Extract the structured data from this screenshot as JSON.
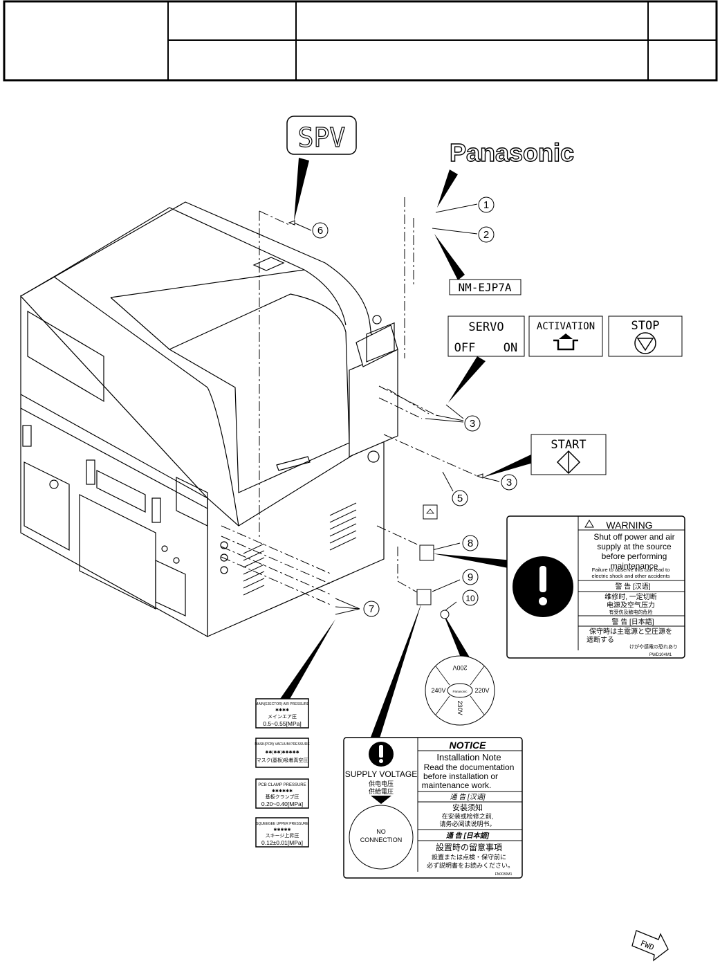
{
  "title_block": {
    "cells": [
      "",
      "",
      "",
      "",
      "",
      "",
      ""
    ]
  },
  "labels": {
    "spv": "SPV",
    "brand": "Panasonic",
    "model": "NM-EJP7A",
    "servo": {
      "title": "SERVO",
      "off": "OFF",
      "on": "ON"
    },
    "activation": "ACTIVATION",
    "stop": "STOP",
    "start": "START"
  },
  "callouts": [
    "1",
    "2",
    "3",
    "3",
    "5",
    "6",
    "7",
    "8",
    "9",
    "10"
  ],
  "warning_label": {
    "title": "WARNING",
    "lines": [
      "Shut off power and air",
      "supply at the source",
      "before performing",
      "maintenance"
    ],
    "small": [
      "Failure to observe this can lead to",
      "electric shock and other accidents"
    ],
    "cn_head": "警 告 [汉语]",
    "cn_lines": [
      "维修时, 一定切断",
      "电源及空气压力"
    ],
    "cn_small": "有受伤及触电的危险",
    "jp_head": "警 告 [日本語]",
    "jp_lines": [
      "保守時は主電源と空圧源を",
      "遮断する"
    ],
    "jp_small": "けがや感電の恐れあり",
    "code": "PWD104M1"
  },
  "voltage_dial": {
    "values": [
      "200V",
      "220V",
      "230V",
      "240V"
    ],
    "center": "Panasonic"
  },
  "pressure_labels": [
    {
      "l1": "MAIN(EJECTOR) AIR PRESSURE",
      "l2": "✱✱✱✱",
      "l3": "メインエア圧",
      "l4": "0.5~0.55[MPa]"
    },
    {
      "l1": "MASK(PCB) VACUUM PRESSURE",
      "l2": "✱✱(✱✱)✱✱✱✱✱",
      "l3": "マスク(基板)吸着真空圧",
      "l4": ""
    },
    {
      "l1": "PCB CLAMP PRESSURE",
      "l2": "✱✱✱✱✱✱",
      "l3": "基板クランプ圧",
      "l4": "0.20~0.40[MPa]"
    },
    {
      "l1": "SQUEEGEE UPPER PRESSURE",
      "l2": "✱✱✱✱✱",
      "l3": "スキージ上昇圧",
      "l4": "0.12±0.01[MPa]"
    }
  ],
  "notice_label": {
    "supply": "SUPPLY VOLTAGE",
    "supply_cn": "供电电压",
    "supply_jp": "供給電圧",
    "no_conn_1": "NO",
    "no_conn_2": "CONNECTION",
    "title": "NOTICE",
    "en_lines": [
      "Installation Note",
      "Read the documentation",
      "before installation or",
      "maintenance work."
    ],
    "cn_head": "通 告 [汉语]",
    "cn_lines": [
      "安装须知",
      "在安装或检修之前,",
      "请务必阅读说明书。"
    ],
    "jp_head": "通 告 [日本語]",
    "jp_lines": [
      "設置時の留意事項",
      "設置または点検・保守前に",
      "必ず説明書をお読みください。"
    ],
    "code": "FN0030M1"
  },
  "fwd": "FWD"
}
